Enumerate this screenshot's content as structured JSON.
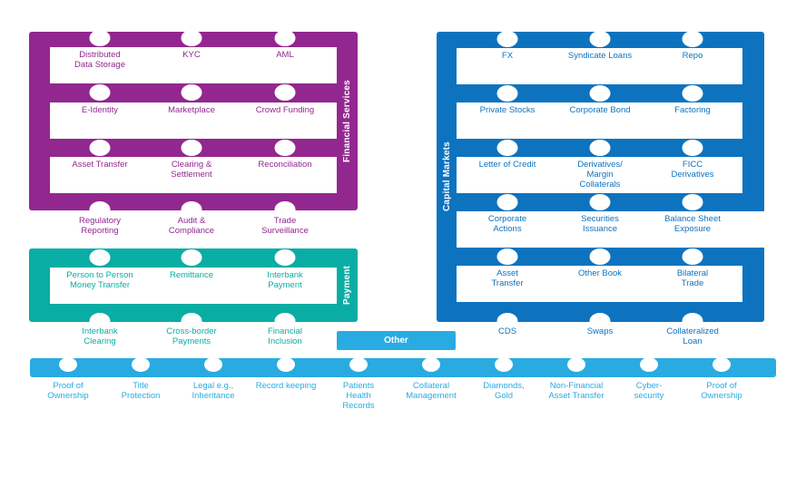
{
  "colors": {
    "purple": "#92278F",
    "teal": "#0AADA3",
    "blue": "#0D73BF",
    "light_blue": "#29ABE2",
    "row_background": "#FFFFFF",
    "block_title_text": "#FFFFFF"
  },
  "blocks": {
    "financial_services": {
      "title": "Financial Services",
      "rows": [
        {
          "cells": [
            "Distributed\nData Storage",
            "KYC",
            "AML"
          ]
        },
        {
          "cells": [
            "E-Identity",
            "Marketplace",
            "Crowd Funding"
          ]
        },
        {
          "cells": [
            "Asset Transfer",
            "Clearing &\nSettlement",
            "Reconciliation"
          ]
        }
      ],
      "footer": [
        "Regulatory\nReporting",
        "Audit &\nCompliance",
        "Trade\nSurveillance"
      ]
    },
    "payment": {
      "title": "Payment",
      "rows": [
        {
          "cells": [
            "Person to Person\nMoney Transfer",
            "Remittance",
            "Interbank\nPayment"
          ]
        }
      ],
      "footer": [
        "Interbank\nClearing",
        "Cross-border\nPayments",
        "Financial\nInclusion"
      ]
    },
    "capital_markets": {
      "title": "Capital Markets",
      "rows": [
        {
          "cells": [
            "FX",
            "Syndicate Loans",
            "Repo"
          ]
        },
        {
          "cells": [
            "Private Stocks",
            "Corporate Bond",
            "Factoring"
          ]
        },
        {
          "cells": [
            "Letter of Credit",
            "Derivatives/\nMargin\nCollaterals",
            "FICC\nDerivatives"
          ]
        },
        {
          "cells": [
            "Corporate\nActions",
            "Securities\nIssuance",
            "Balance Sheet\nExposure"
          ]
        },
        {
          "cells": [
            "Asset\nTransfer",
            "Other Book",
            "Bilateral\nTrade"
          ]
        }
      ],
      "footer": [
        "CDS",
        "Swaps",
        "Collateralized\nLoan"
      ]
    },
    "other": {
      "title": "Other"
    },
    "bottom_bar": {
      "items": [
        "Proof of\nOwnership",
        "Title\nProtection",
        "Legal e.g.,\nInheritance",
        "Record keeping",
        "Patients\nHealth\nRecords",
        "Collateral\nManagement",
        "Diamonds,\nGold",
        "Non-Financial\nAsset Transfer",
        "Cyber-\nsecurity",
        "Proof of\nOwnership"
      ]
    }
  }
}
